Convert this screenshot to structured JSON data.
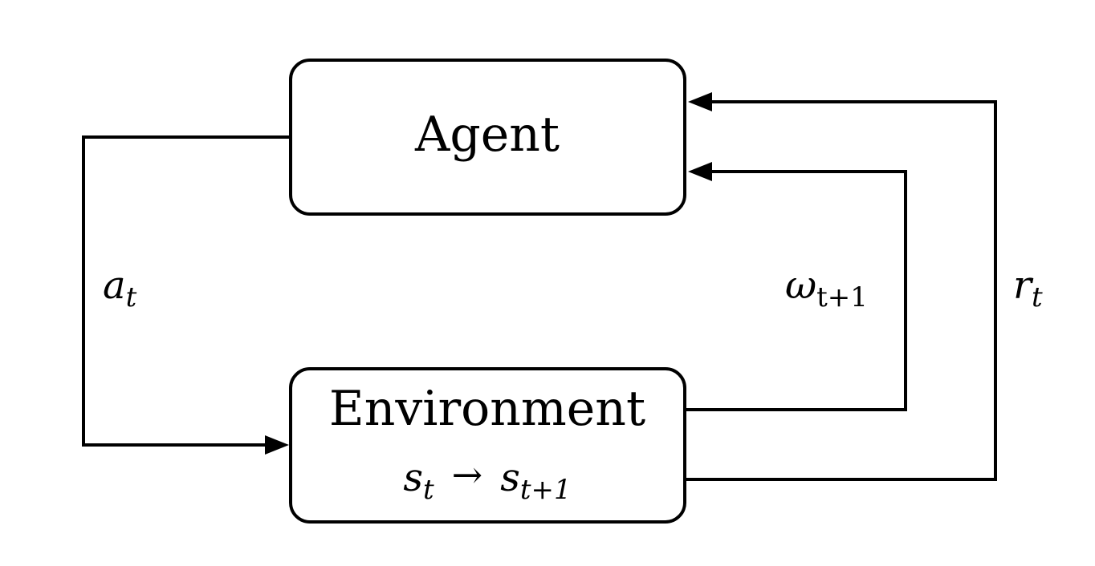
{
  "agent": {
    "label": "Agent"
  },
  "environment": {
    "label": "Environment",
    "transition": {
      "from": "s",
      "from_sub": "t",
      "arrow": "→",
      "to": "s",
      "to_sub": "t+1"
    }
  },
  "edges": {
    "action": {
      "symbol": "a",
      "sub": "t"
    },
    "observation": {
      "symbol": "ω",
      "sub": "t+1"
    },
    "reward": {
      "symbol": "r",
      "sub": "t"
    }
  }
}
